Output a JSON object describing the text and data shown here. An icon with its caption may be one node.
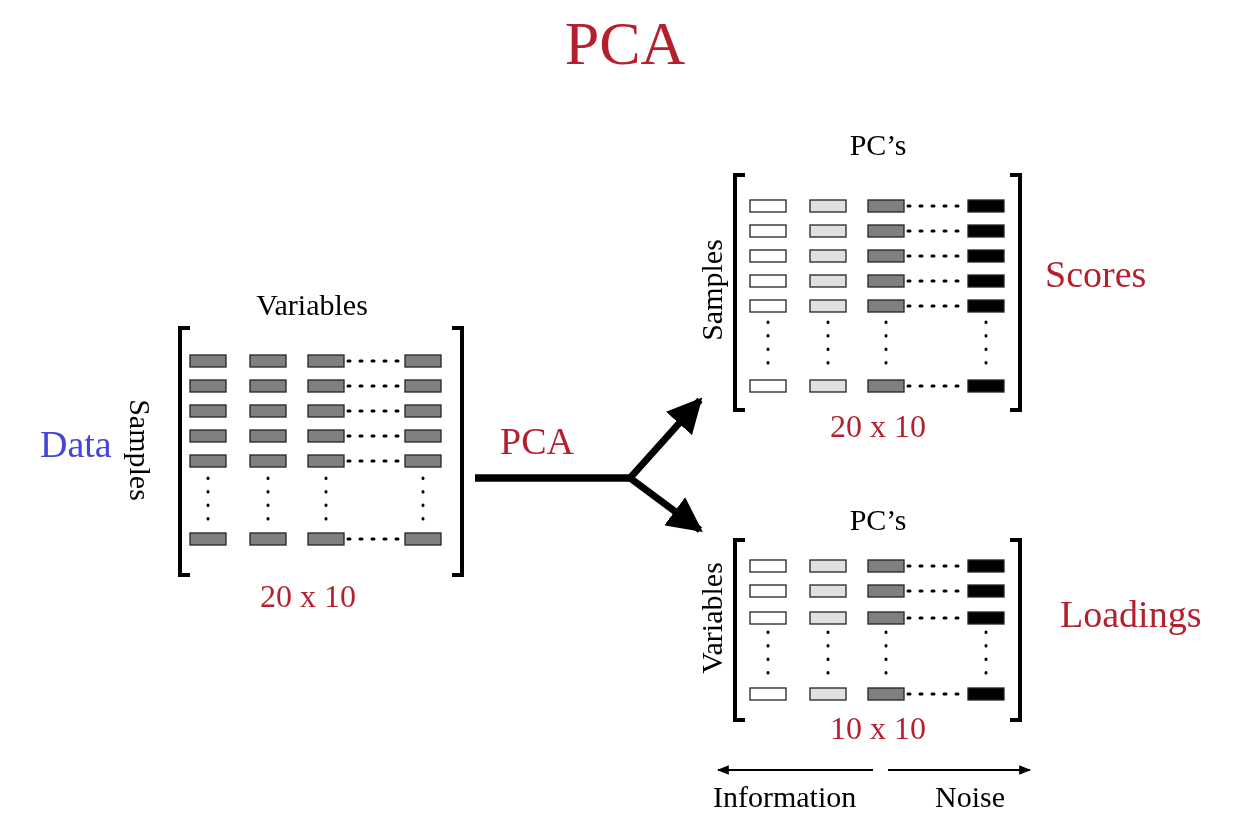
{
  "diagram": {
    "title": "PCA",
    "nodes": [
      {
        "text": [
          "Variables",
          "Samples",
          "20 x 10"
        ],
        "beside": [
          "Data"
        ]
      },
      {
        "text": [
          "PC’s",
          "Samples",
          "20 x 10"
        ],
        "beside": [
          "Scores"
        ]
      },
      {
        "text": [
          "PC’s",
          "Variables",
          "10 x 10"
        ],
        "beside": [
          "Loadings"
        ]
      }
    ],
    "edges": [
      {
        "from": 0,
        "to": 1,
        "arrow": "to",
        "label": "PCA"
      },
      {
        "from": 0,
        "to": 2,
        "arrow": "to"
      }
    ],
    "labels": [
      "Information",
      "Noise"
    ]
  }
}
